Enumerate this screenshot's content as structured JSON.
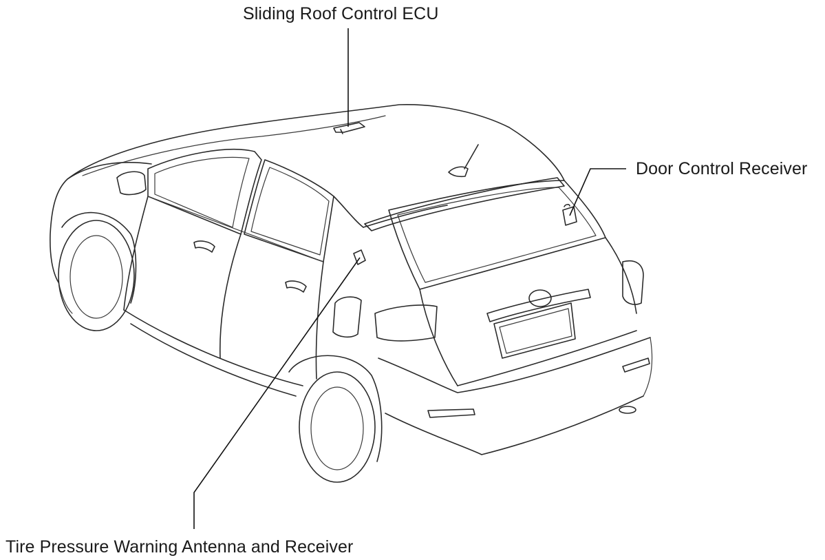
{
  "callouts": {
    "sliding_roof": "Sliding Roof Control ECU",
    "door_control": "Door Control Receiver",
    "tire_pressure": "Tire Pressure Warning Antenna and Receiver"
  },
  "colors": {
    "background": "#ffffff",
    "line": "#2a2a2a",
    "text": "#1a1a1a"
  }
}
